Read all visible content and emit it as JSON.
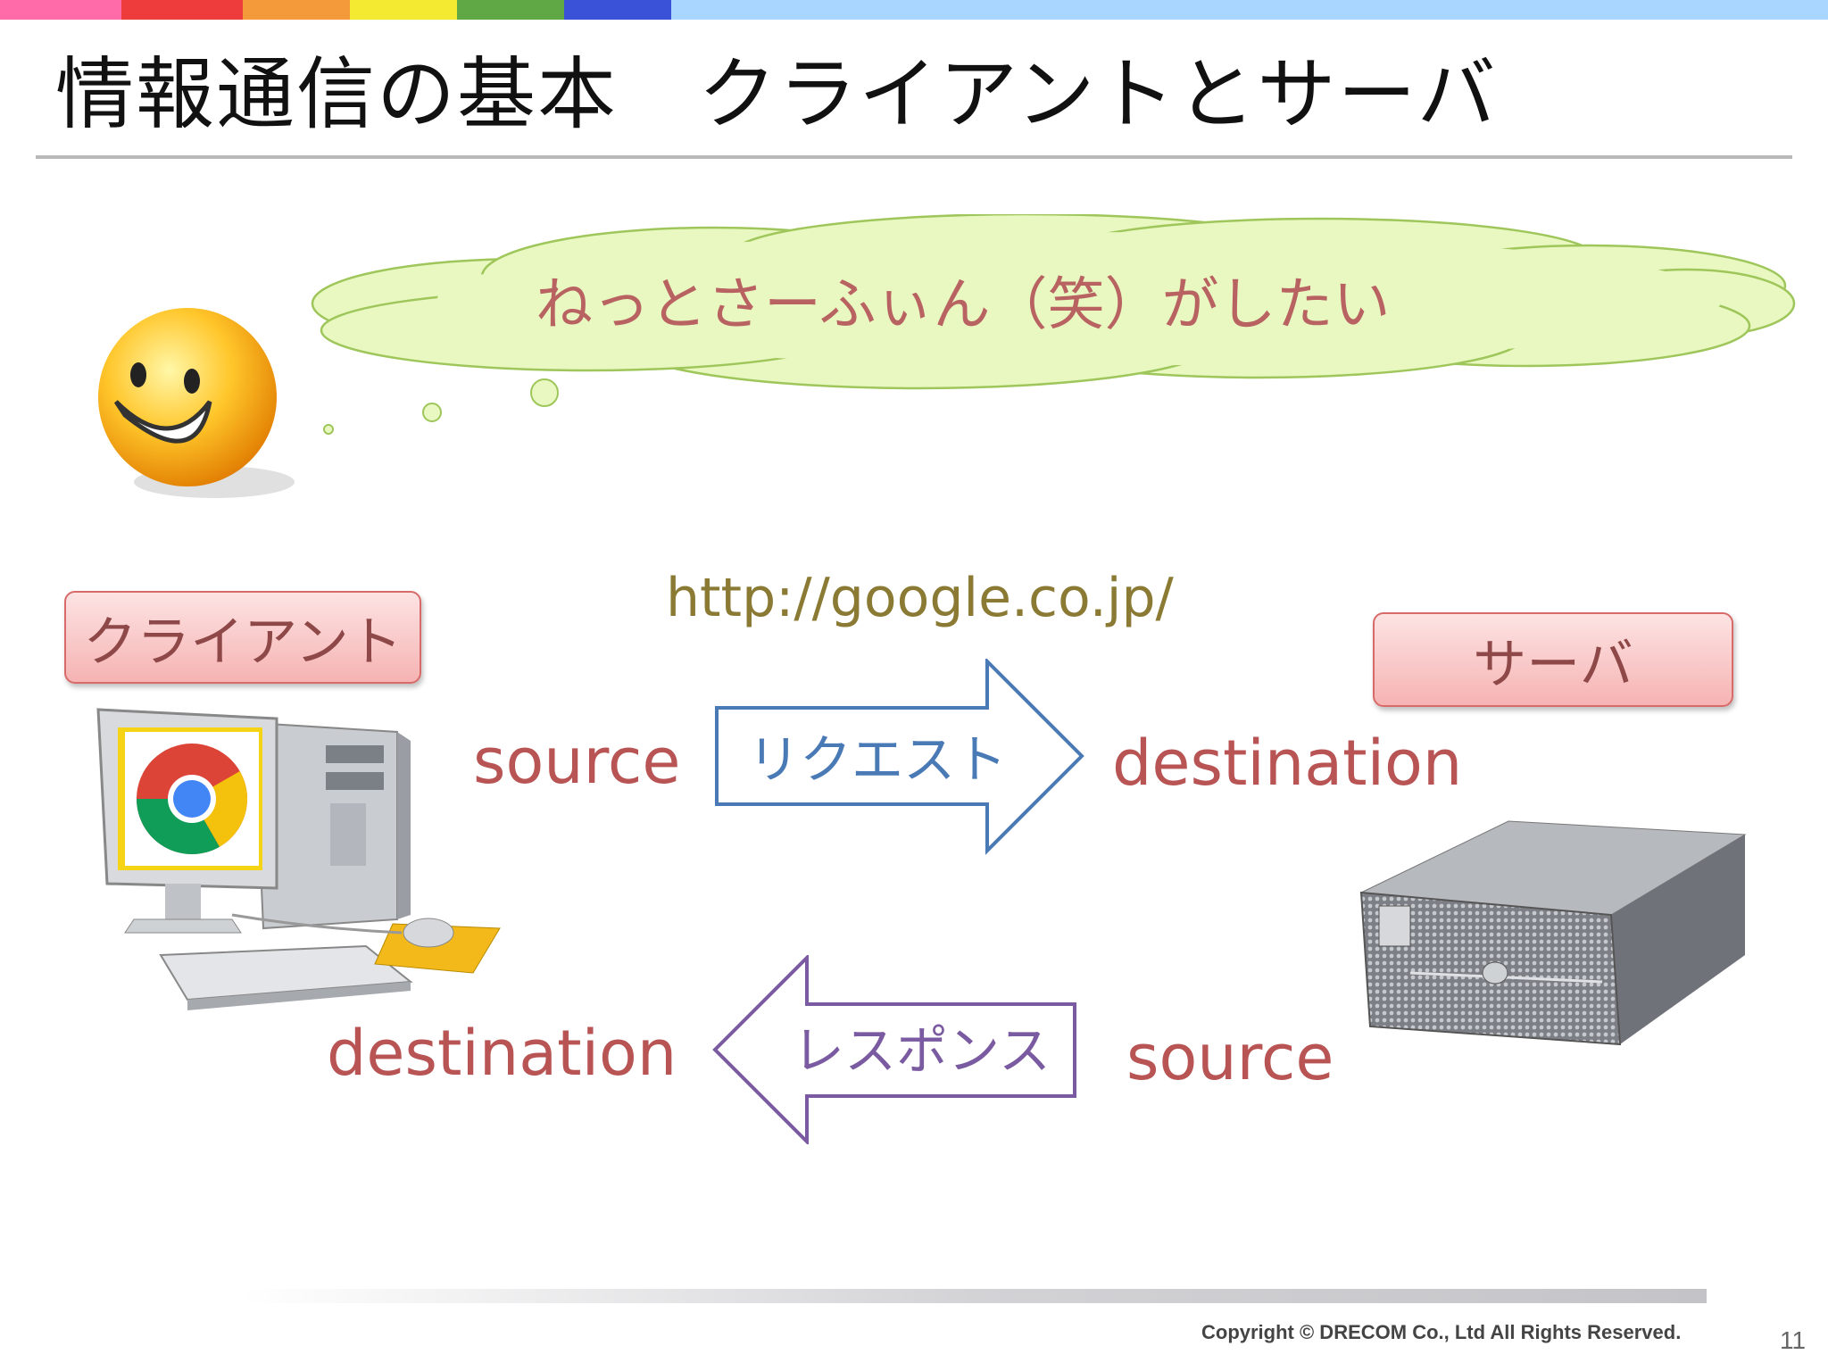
{
  "top_stripe_colors": [
    "#ff6aa8",
    "#ee3b3b",
    "#f59a3a",
    "#f5ea32",
    "#5fa845",
    "#3a52d8",
    "#a9d6ff"
  ],
  "slide": {
    "title": "情報通信の基本　クライアントとサーバ",
    "thought_bubble": "ねっとさーふぃん（笑）がしたい",
    "url": "http://google.co.jp/",
    "client_label": "クライアント",
    "server_label": "サーバ",
    "request": {
      "source": "source",
      "arrow_label": "リクエスト",
      "destination": "destination"
    },
    "response": {
      "destination": "destination",
      "arrow_label": "レスポンス",
      "source": "source"
    },
    "copyright": "Copyright © DRECOM Co., Ltd All Rights Reserved.",
    "page_number": "11"
  },
  "colors": {
    "request_arrow": "#4a7ab5",
    "response_arrow": "#7a5aa0",
    "word_red": "#b85454",
    "cloud_fill": "#e8f8c0",
    "cloud_stroke": "#9ec65a"
  },
  "icons": [
    "smiley-face-icon",
    "desktop-computer-icon",
    "chrome-logo-icon",
    "rack-server-icon"
  ]
}
